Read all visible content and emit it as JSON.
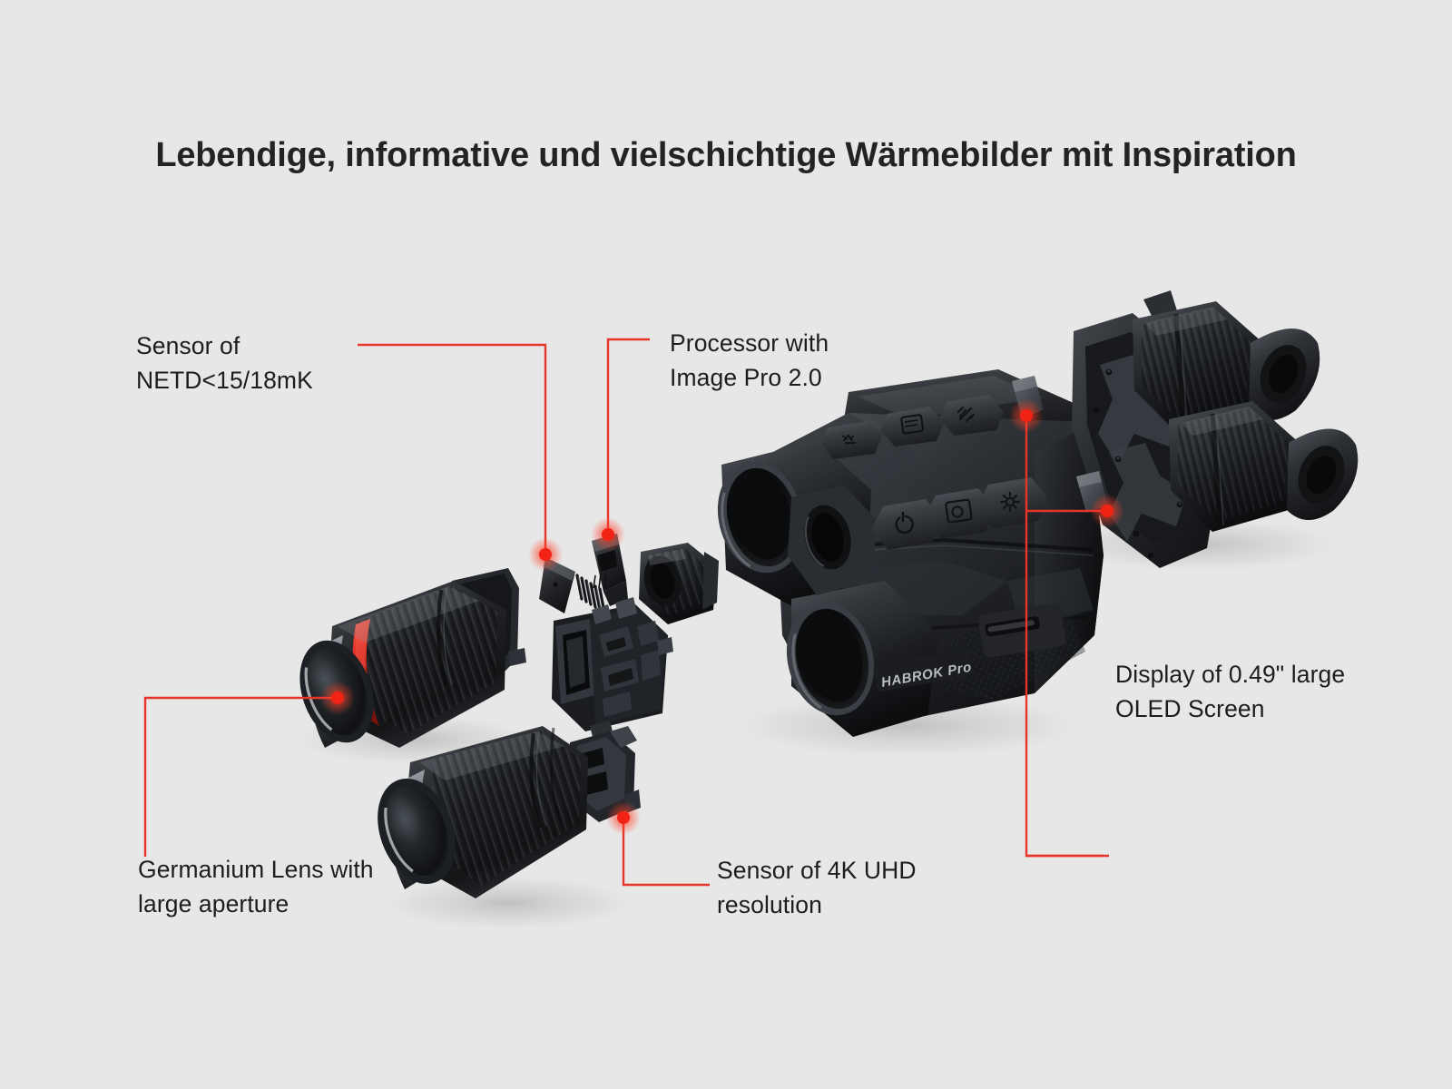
{
  "page": {
    "background_color": "#e7e7e7",
    "accent_color": "#e8352a",
    "text_color": "#1d1d1d"
  },
  "header": {
    "title": "Lebendige, informative und vielschichtige Wärmebilder mit Inspiration"
  },
  "product": {
    "brand_mark": "HABROK Pro"
  },
  "callouts": [
    {
      "id": "sensor-netd",
      "text": "Sensor of\nNETD<15/18mK",
      "marker_points": [
        [
          600,
          611
        ]
      ]
    },
    {
      "id": "processor",
      "text": "Processor with\nImage Pro 2.0",
      "marker_points": [
        [
          670,
          589
        ]
      ]
    },
    {
      "id": "oled-display",
      "text": "Display of 0.49\" large\nOLED Screen",
      "marker_points": [
        [
          1131,
          458
        ],
        [
          1220,
          563
        ]
      ]
    },
    {
      "id": "germanium-lens",
      "text": "Germanium Lens with\nlarge aperture",
      "marker_points": [
        [
          372,
          769
        ]
      ]
    },
    {
      "id": "sensor-4k",
      "text": "Sensor of 4K UHD\nresolution",
      "marker_points": [
        [
          687,
          901
        ]
      ]
    }
  ],
  "controls": {
    "top_row": [
      "rangefinder-button",
      "display-button",
      "wifi-button"
    ],
    "bottom_row": [
      "power-button",
      "photo-button",
      "brightness-button"
    ]
  }
}
